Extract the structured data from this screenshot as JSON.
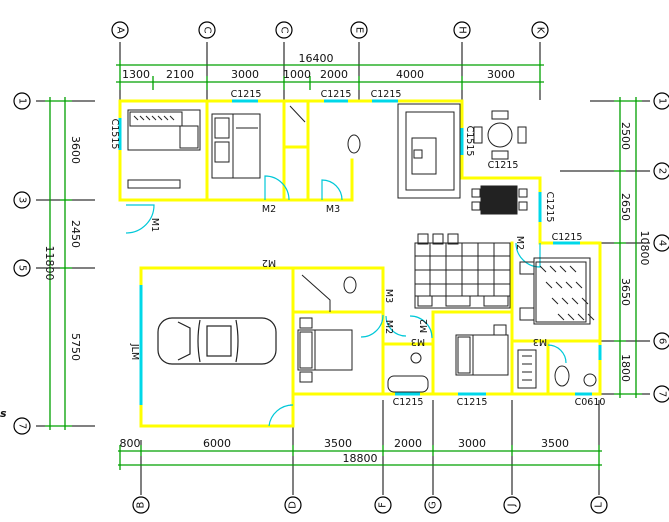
{
  "colors": {
    "wall": "#ffff00",
    "window": "#00d8e8",
    "dim_line": "#00a000",
    "axis_line": "#000000",
    "furniture": "#222222",
    "text": "#111111"
  },
  "axes_top": [
    "A",
    "C",
    "C",
    "E",
    "H",
    "K"
  ],
  "axes_bottom": [
    "B",
    "D",
    "F",
    "G",
    "J",
    "L"
  ],
  "axes_left": [
    "1",
    "3",
    "5",
    "7"
  ],
  "axes_right": [
    "1",
    "2",
    "4",
    "6",
    "7"
  ],
  "dims_top": {
    "total": "16400",
    "segments": [
      "1300",
      "2100",
      "3000",
      "1000",
      "2000",
      "4000",
      "3000"
    ]
  },
  "dims_bottom": {
    "total": "18800",
    "segments": [
      "800",
      "6000",
      "3500",
      "2000",
      "3000",
      "3500"
    ]
  },
  "dims_left": {
    "total": "11800",
    "segments": [
      "3600",
      "2450",
      "5750"
    ]
  },
  "dims_right": {
    "total": "10800",
    "segments": [
      "2500",
      "2650",
      "3650",
      "1800"
    ]
  },
  "labels": {
    "c1215_a": "C1215",
    "c1215_b": "C1215",
    "c1215_c": "C1215",
    "c1215_d": "C1215",
    "c1215_e": "C1215",
    "c1215_f": "C1215",
    "c1215_g": "C1215",
    "c1215_h": "C1215",
    "c1515_left": "C1515",
    "c1515_mid": "C1515",
    "c0610": "C0610",
    "m1": "M1",
    "m2_a": "M2",
    "m2_b": "M2",
    "m2_c": "M2",
    "m2_d": "M2",
    "m2_e": "M2",
    "m3_a": "M3",
    "m3_b": "M3",
    "m3_c": "M3",
    "m3_d": "M3",
    "jlm": "JLM",
    "stray": "s"
  }
}
